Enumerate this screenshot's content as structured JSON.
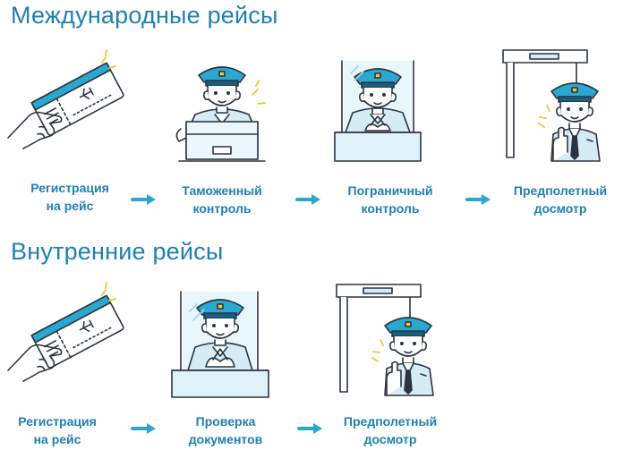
{
  "international": {
    "title": "Международные рейсы",
    "steps": [
      {
        "line1": "Регистрация",
        "line2": "на рейс",
        "icon": "boarding-pass-icon"
      },
      {
        "line1": "Таможенный",
        "line2": "контроль",
        "icon": "customs-officer-icon"
      },
      {
        "line1": "Пограничный",
        "line2": "контроль",
        "icon": "border-officer-icon"
      },
      {
        "line1": "Предполетный",
        "line2": "досмотр",
        "icon": "security-officer-icon"
      }
    ]
  },
  "domestic": {
    "title": "Внутренние рейсы",
    "steps": [
      {
        "line1": "Регистрация",
        "line2": "на рейс",
        "icon": "boarding-pass-icon"
      },
      {
        "line1": "Проверка",
        "line2": "документов",
        "icon": "document-officer-icon"
      },
      {
        "line1": "Предполетный",
        "line2": "досмотр",
        "icon": "security-officer-icon"
      }
    ]
  },
  "colors": {
    "title": "#1e7fb2",
    "accent": "#2aa8cf",
    "line": "#2b3440",
    "glass": "#dff2f9",
    "uniform": "#d6ecf5"
  }
}
